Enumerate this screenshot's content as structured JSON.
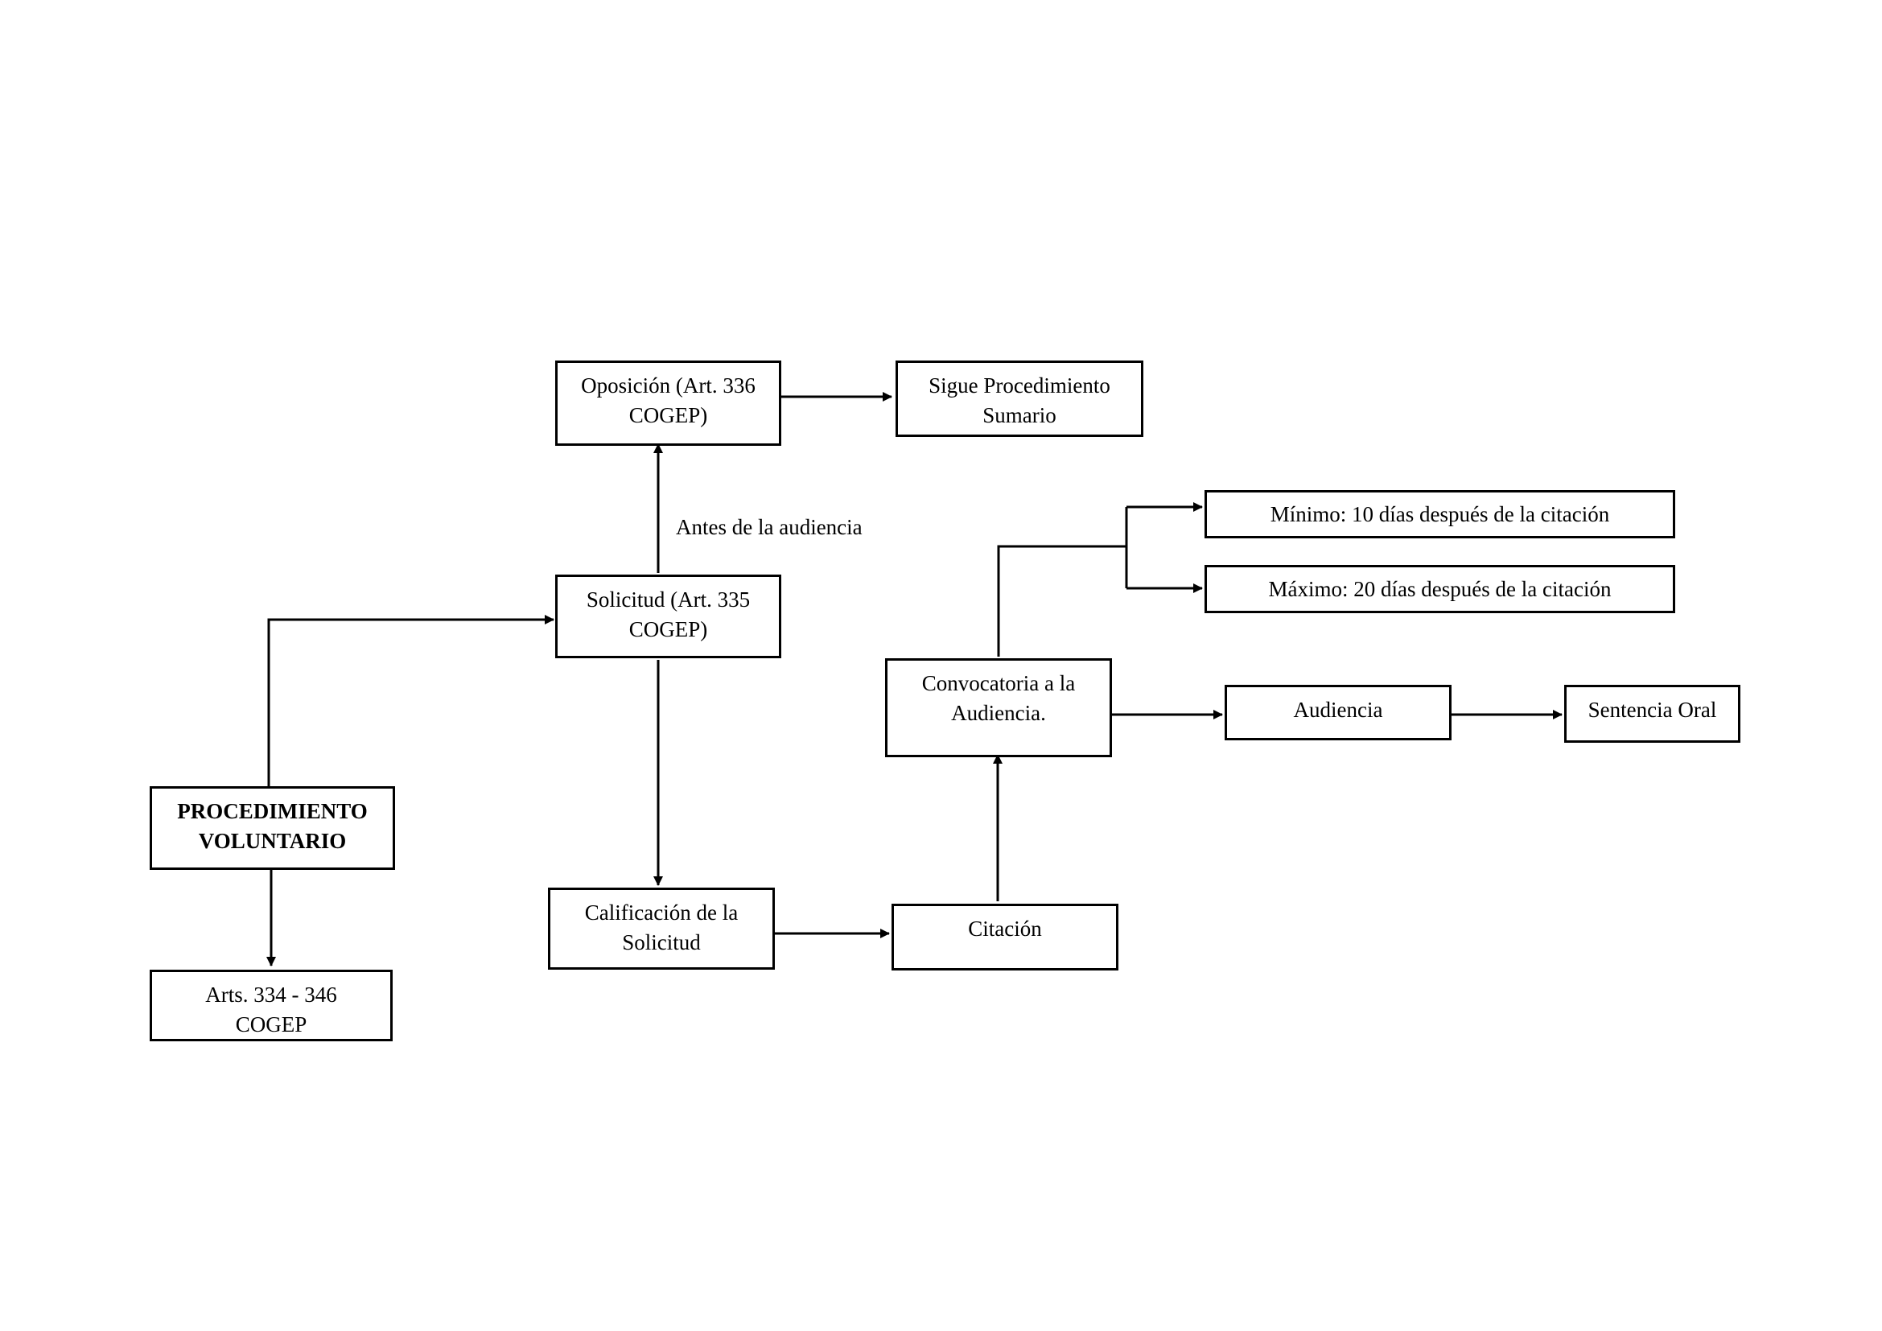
{
  "nodes": {
    "procedimiento": {
      "line1": "PROCEDIMIENTO",
      "line2": "VOLUNTARIO"
    },
    "arts": {
      "line1": "Arts. 334 - 346",
      "line2": "COGEP"
    },
    "solicitud": {
      "line1": "Solicitud (Art. 335",
      "line2": "COGEP)"
    },
    "oposicion": {
      "line1": "Oposición (Art. 336",
      "line2": "COGEP)"
    },
    "sumario": {
      "line1": "Sigue Procedimiento",
      "line2": "Sumario"
    },
    "calificacion": {
      "line1": "Calificación  de la",
      "line2": "Solicitud"
    },
    "citacion": {
      "line1": "Citación"
    },
    "convocatoria": {
      "line1": "Convocatoria  a  la",
      "line2": "Audiencia."
    },
    "minimo": {
      "line1": "Mínimo: 10 días después de la citación"
    },
    "maximo": {
      "line1": "Máximo: 20 días después de la citación"
    },
    "audiencia": {
      "line1": "Audiencia"
    },
    "sentencia": {
      "line1": "Sentencia Oral"
    }
  },
  "edge_labels": {
    "antes": "Antes de la audiencia"
  },
  "colors": {
    "stroke": "#000000",
    "background": "#ffffff"
  }
}
